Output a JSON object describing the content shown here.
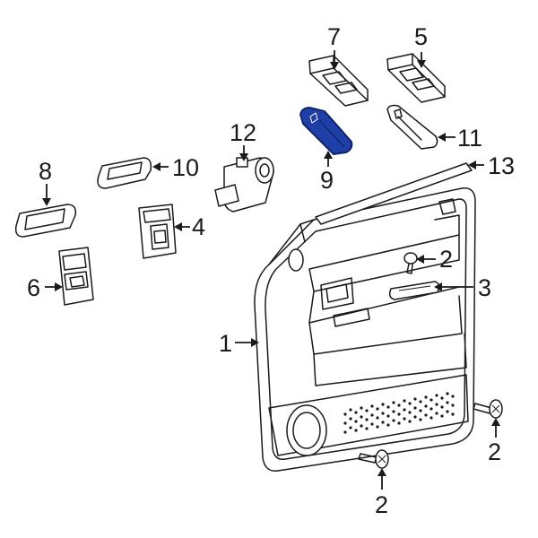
{
  "colors": {
    "line": "#1a1a1a",
    "background": "#ffffff",
    "highlight": "#1f3fa6",
    "highlight_stroke": "#0b1f66"
  },
  "callouts": [
    {
      "id": "c1",
      "text": "1"
    },
    {
      "id": "c2a",
      "text": "2"
    },
    {
      "id": "c2b",
      "text": "2"
    },
    {
      "id": "c2c",
      "text": "2"
    },
    {
      "id": "c3",
      "text": "3"
    },
    {
      "id": "c4",
      "text": "4"
    },
    {
      "id": "c5",
      "text": "5"
    },
    {
      "id": "c6",
      "text": "6"
    },
    {
      "id": "c7",
      "text": "7"
    },
    {
      "id": "c8",
      "text": "8"
    },
    {
      "id": "c9",
      "text": "9"
    },
    {
      "id": "c10",
      "text": "10"
    },
    {
      "id": "c11",
      "text": "11"
    },
    {
      "id": "c12",
      "text": "12"
    },
    {
      "id": "c13",
      "text": "13"
    }
  ],
  "highlighted_part": "9"
}
